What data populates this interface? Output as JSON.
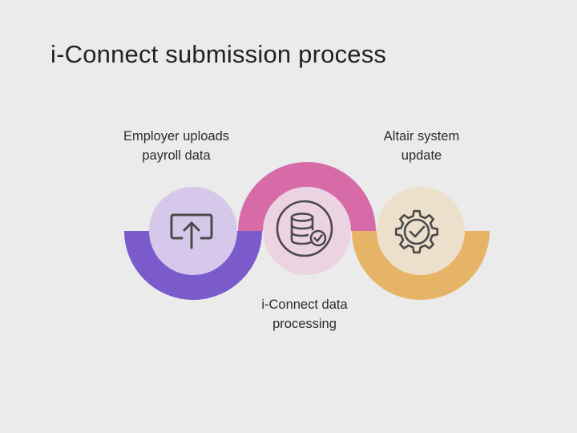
{
  "title": "i-Connect submission process",
  "steps": [
    {
      "label_lines": [
        "Employer uploads",
        "payroll data"
      ],
      "icon": "upload-icon",
      "arc_color": "#7b5acb",
      "circle_color": "#d5c8ea"
    },
    {
      "label_lines": [
        "i-Connect data",
        "processing"
      ],
      "icon": "database-check-icon",
      "arc_color": "#d66ba8",
      "circle_color": "#ecd3e1"
    },
    {
      "label_lines": [
        "Altair system",
        "update"
      ],
      "icon": "gear-check-icon",
      "arc_color": "#e6b466",
      "circle_color": "#ece0cc"
    }
  ],
  "icon_stroke_color": "#4a4a4a"
}
